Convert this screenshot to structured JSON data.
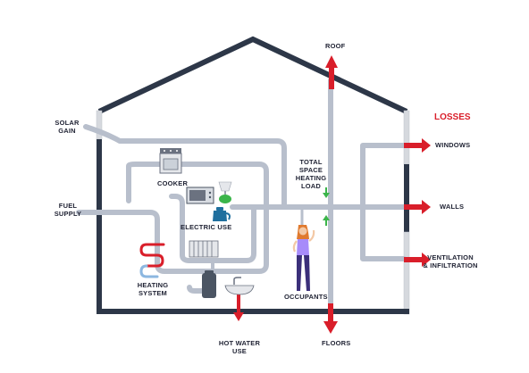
{
  "labels": {
    "roof": "ROOF",
    "losses": "LOSSES",
    "solar_gain_1": "SOLAR",
    "solar_gain_2": "GAIN",
    "windows": "WINDOWS",
    "cooker": "COOKER",
    "total_1": "TOTAL",
    "total_2": "SPACE",
    "total_3": "HEATING",
    "total_4": "LOAD",
    "fuel_1": "FUEL",
    "fuel_2": "SUPPLY",
    "walls": "WALLS",
    "electric_use": "ELECTRIC USE",
    "vent_1": "VENTILATION",
    "vent_2": "& INFILTRATION",
    "heating_1": "HEATING",
    "heating_2": "SYSTEM",
    "occupants": "OCCUPANTS",
    "hot_water_1": "HOT WATER",
    "hot_water_2": "USE",
    "floors": "FLOORS"
  },
  "colors": {
    "house": "#2d3748",
    "pipe": "#b8bfcc",
    "pipe_light": "#d3d8e0",
    "arrow": "#d91e2a",
    "green": "#3bb54a",
    "window": "#d6d9de"
  },
  "icons": [
    "cooker-icon",
    "microwave-icon",
    "lamp-icon",
    "kettle-icon",
    "radiator-icon",
    "heating-coil-icon",
    "boiler-icon",
    "sink-icon",
    "person-icon"
  ]
}
